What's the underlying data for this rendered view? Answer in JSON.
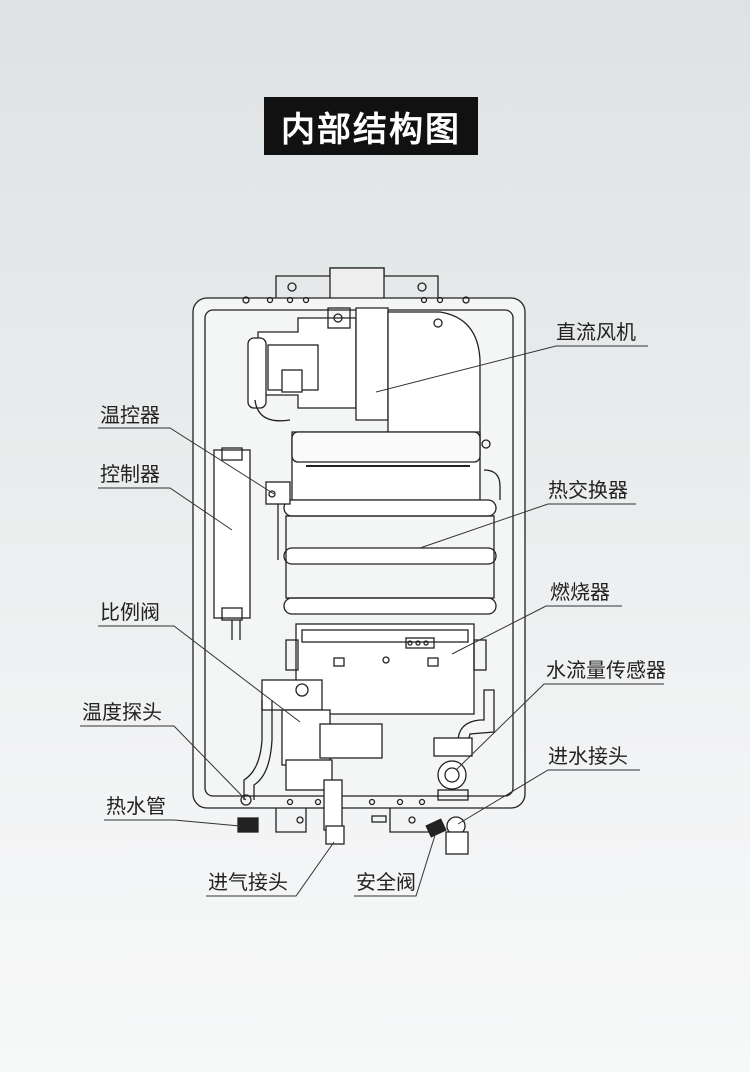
{
  "title": "内部结构图",
  "labels": {
    "dc_fan": "直流风机",
    "thermostat": "温控器",
    "controller": "控制器",
    "heat_exchanger": "热交换器",
    "burner": "燃烧器",
    "proportional_valve": "比例阀",
    "water_flow_sensor": "水流量传感器",
    "temp_probe": "温度探头",
    "water_inlet": "进水接头",
    "hot_water_pipe": "热水管",
    "gas_inlet": "进气接头",
    "safety_valve": "安全阀"
  }
}
